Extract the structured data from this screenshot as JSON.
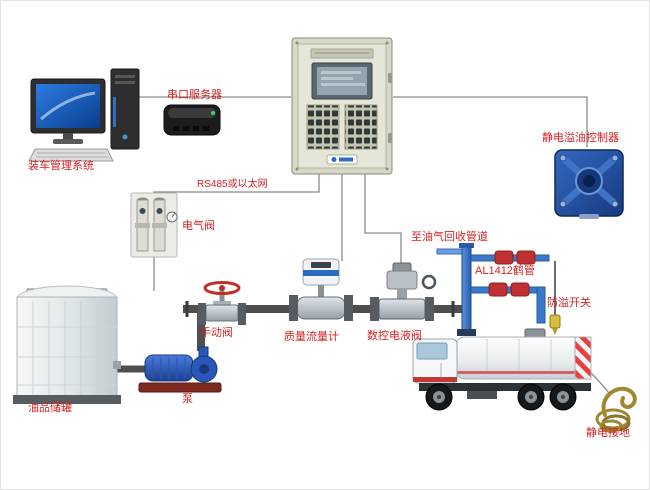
{
  "labels": {
    "loading_system": "装车管理系统",
    "serial_server": "串口服务器",
    "network": "RS485或以太网",
    "static_overflow_controller": "静电溢油控制器",
    "electric_valve": "电气阀",
    "storage_tank": "油品储罐",
    "pump": "泵",
    "manual_valve": "手动阀",
    "mass_flow_meter": "质量流量计",
    "cnc_electrohydraulic_valve": "数控电液阀",
    "vapor_recovery_pipe": "至油气回收管道",
    "loading_arm": "AL1412鹤管",
    "anti_overflow_switch": "防溢开关",
    "static_grounding": "静电接地"
  },
  "colors": {
    "label_text": "#d42222",
    "connector_line": "#8a8a8a",
    "pipe": "#4f4f4f",
    "arm_blue": "#3a78cc",
    "arm_red_segment": "#c03030",
    "controller_panel": "#d8d8c8",
    "explosionproof_box_blue": "#2a5db0",
    "monitor_screen_blue": "#1a63c4"
  }
}
